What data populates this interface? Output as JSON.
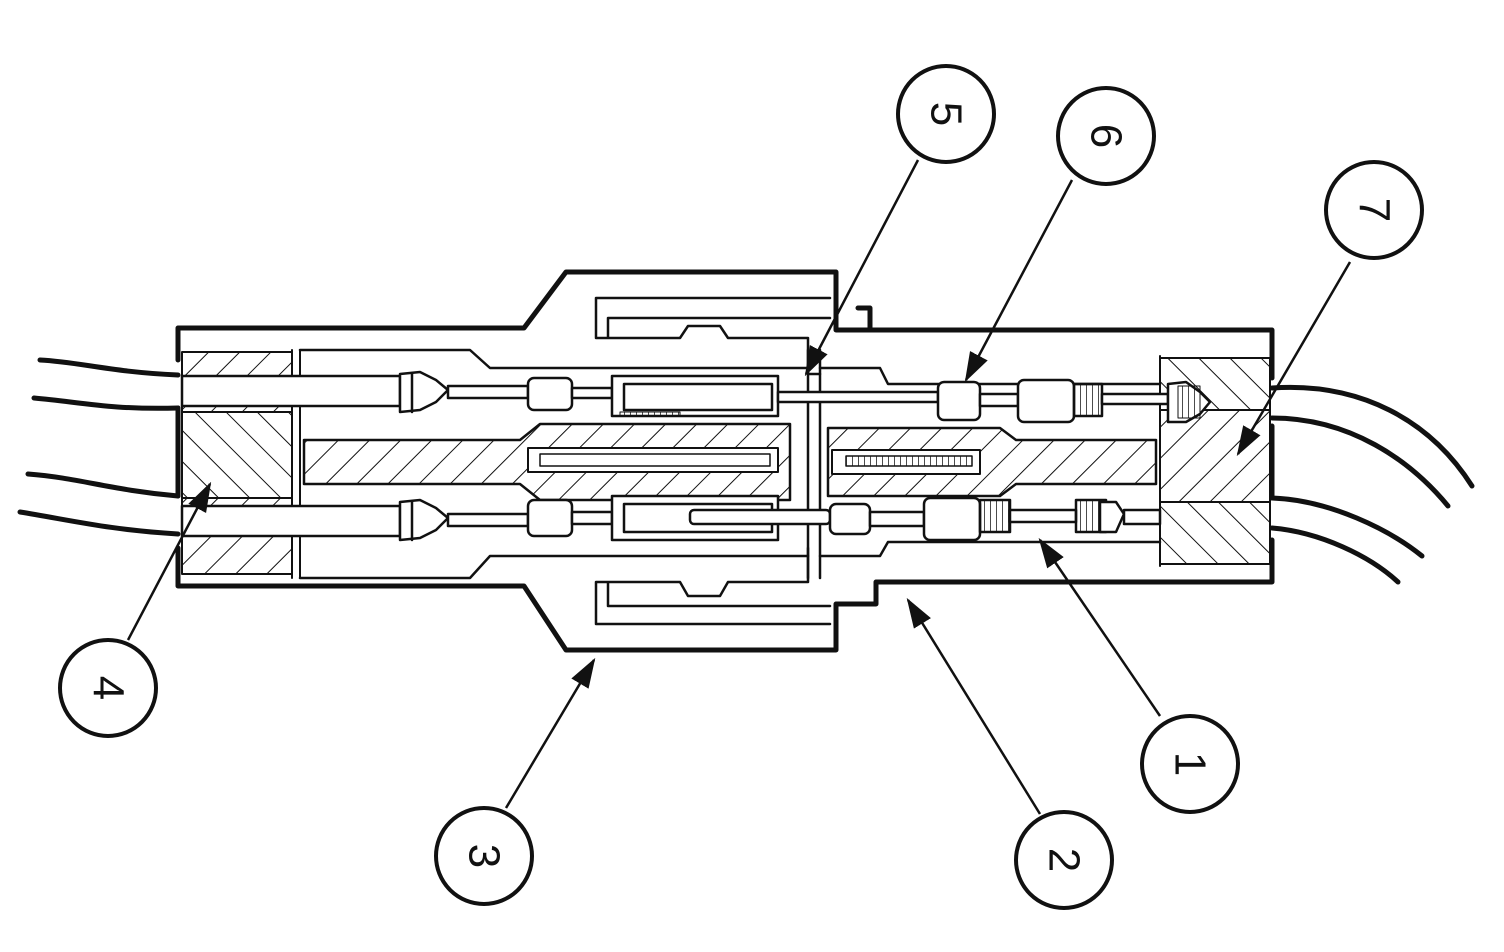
{
  "diagram": {
    "colors": {
      "ink": "#111111",
      "paper": "#ffffff"
    },
    "callouts": [
      {
        "id": "1",
        "label": "1"
      },
      {
        "id": "2",
        "label": "2"
      },
      {
        "id": "3",
        "label": "3"
      },
      {
        "id": "4",
        "label": "4"
      },
      {
        "id": "5",
        "label": "5"
      },
      {
        "id": "6",
        "label": "6"
      },
      {
        "id": "7",
        "label": "7"
      }
    ]
  }
}
